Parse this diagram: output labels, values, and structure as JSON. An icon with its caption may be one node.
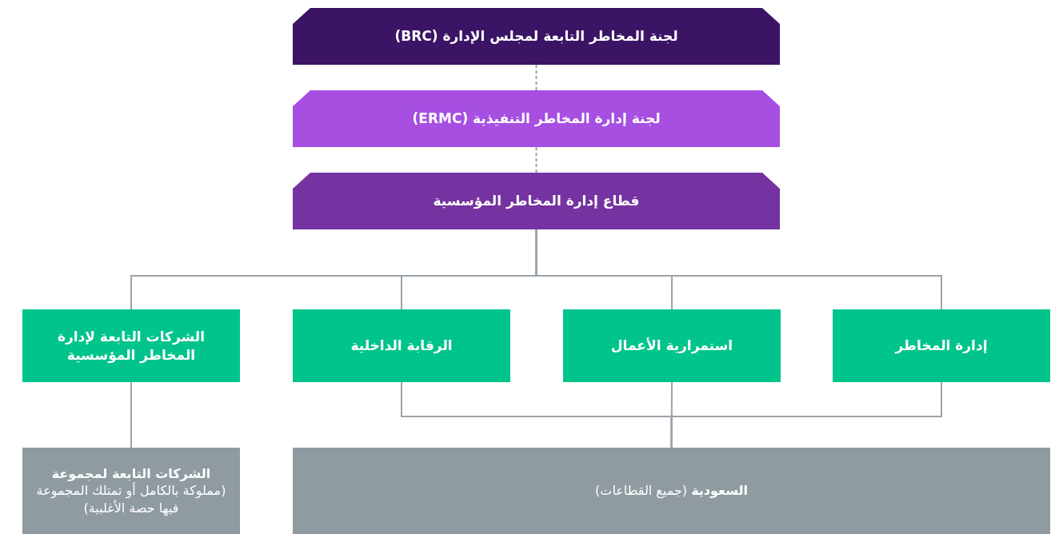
{
  "diagram": {
    "nodes": [
      {
        "text": [
          "لجنة المخاطر التابعة لمجلس الإدارة (BRC)"
        ]
      },
      {
        "text": [
          "لجنة إدارة المخاطر التنفيذية (ERMC)"
        ]
      },
      {
        "text": [
          "قطاع إدارة المخاطر المؤسسية"
        ]
      },
      {
        "text": [
          "إدارة المخاطر"
        ]
      },
      {
        "text": [
          "استمرارية الأعمال"
        ]
      },
      {
        "text": [
          "الرقابة الداخلية"
        ]
      },
      {
        "text": [
          "الشركات التابعة لإدارة المخاطر المؤسسية"
        ]
      },
      {
        "text": [
          "**السعودية** (جميع القطاعات)"
        ]
      },
      {
        "text": [
          "**الشركات التابعة لمجموعة** (مملوكة بالكامل أو تمتلك المجموعة فيها حصة الأغلبية)"
        ]
      }
    ],
    "edges": [
      {
        "from": 0,
        "to": 1,
        "arrow": "none",
        "style": "dashed"
      },
      {
        "from": 1,
        "to": 2,
        "arrow": "none",
        "style": "dashed"
      },
      {
        "from": 2,
        "to": 3,
        "arrow": "none"
      },
      {
        "from": 2,
        "to": 4,
        "arrow": "none"
      },
      {
        "from": 2,
        "to": 5,
        "arrow": "none"
      },
      {
        "from": 2,
        "to": 6,
        "arrow": "none"
      },
      {
        "from": 3,
        "to": 7,
        "arrow": "none"
      },
      {
        "from": 4,
        "to": 7,
        "arrow": "none"
      },
      {
        "from": 5,
        "to": 7,
        "arrow": "none"
      },
      {
        "from": 6,
        "to": 8,
        "arrow": "none"
      }
    ]
  }
}
